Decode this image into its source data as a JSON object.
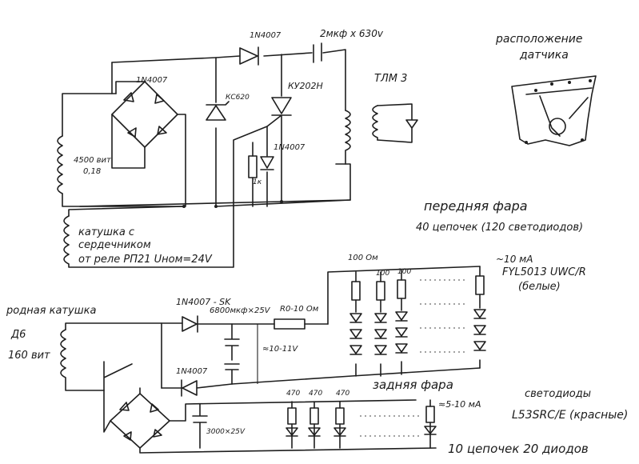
{
  "labels": {
    "d_top": "1N4007",
    "cap_top": "2мкф х 630v",
    "bridge1": "1N4007",
    "zener": "КС620",
    "thyristor": "КУ202Н",
    "lamp": "ТЛМ 3",
    "coil1_a": "4500 вит",
    "coil1_b": "0,18",
    "d_mid": "1N4007",
    "res_mid": "1к",
    "coil2_a": "катушка с",
    "coil2_b": "сердечником",
    "coil2_c": "от реле РП21 Uном=24V",
    "sensor_a": "расположение",
    "sensor_b": "датчика",
    "front_a": "передняя фара",
    "front_b": "40 цепочек (120 светодиодов)",
    "r_100om": "100 Ом",
    "r_100_1": "100",
    "r_100_2": "100",
    "current_front": "~10 мА",
    "led_front_a": "FYL5013 UWC/R",
    "led_front_b": "(белые)",
    "coil3_a": "родная катушка",
    "coil3_b": "Д6",
    "coil3_c": "160 вит",
    "d_sk": "1N4007 - SK",
    "cap_6800": "6800мкф×25V",
    "r_10": "R0-10 Ом",
    "volt": "≈10-11V",
    "d_low": "1N4007",
    "rear_a": "задняя фара",
    "r_470_1": "470",
    "r_470_2": "470",
    "r_470_3": "470",
    "current_rear": "≈5-10 мА",
    "led_rear_a": "светодиоды",
    "led_rear_b": "L53SRC/E (красные)",
    "cap_3000": "3000×25V",
    "rear_b": "10 цепочек 20 диодов"
  }
}
